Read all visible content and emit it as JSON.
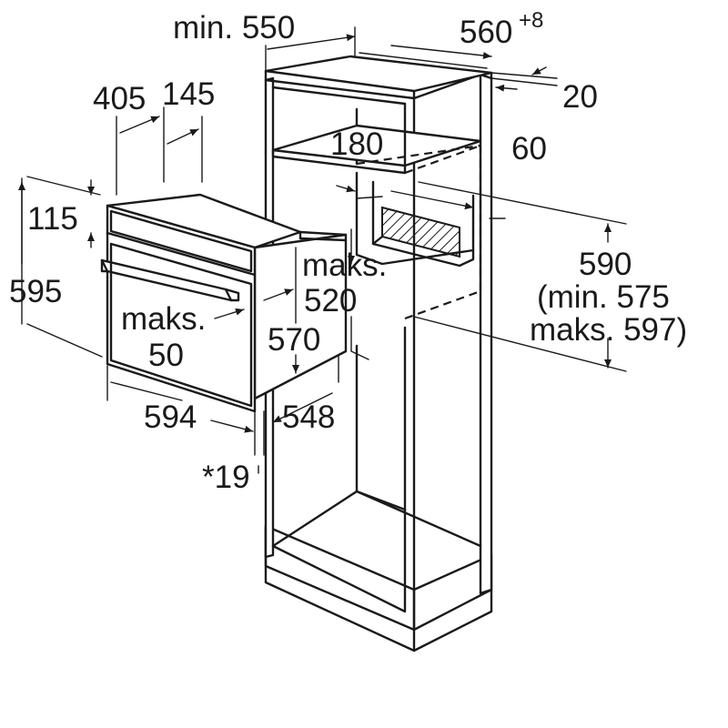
{
  "labels": {
    "min_550": "min. 550",
    "w560": "560",
    "w560_sup": "+8",
    "d20": "20",
    "h180": "180",
    "d60": "60",
    "d405": "405",
    "d145": "145",
    "h115": "115",
    "h595": "595",
    "maks_520_a": "maks.",
    "maks_520_b": "520",
    "h590": "590",
    "h590_min": "(min. 575",
    "h590_max": "maks. 597)",
    "maks_50_a": "maks.",
    "maks_50_b": "50",
    "d570": "570",
    "w594": "594",
    "w548": "548",
    "t19": "*19"
  }
}
